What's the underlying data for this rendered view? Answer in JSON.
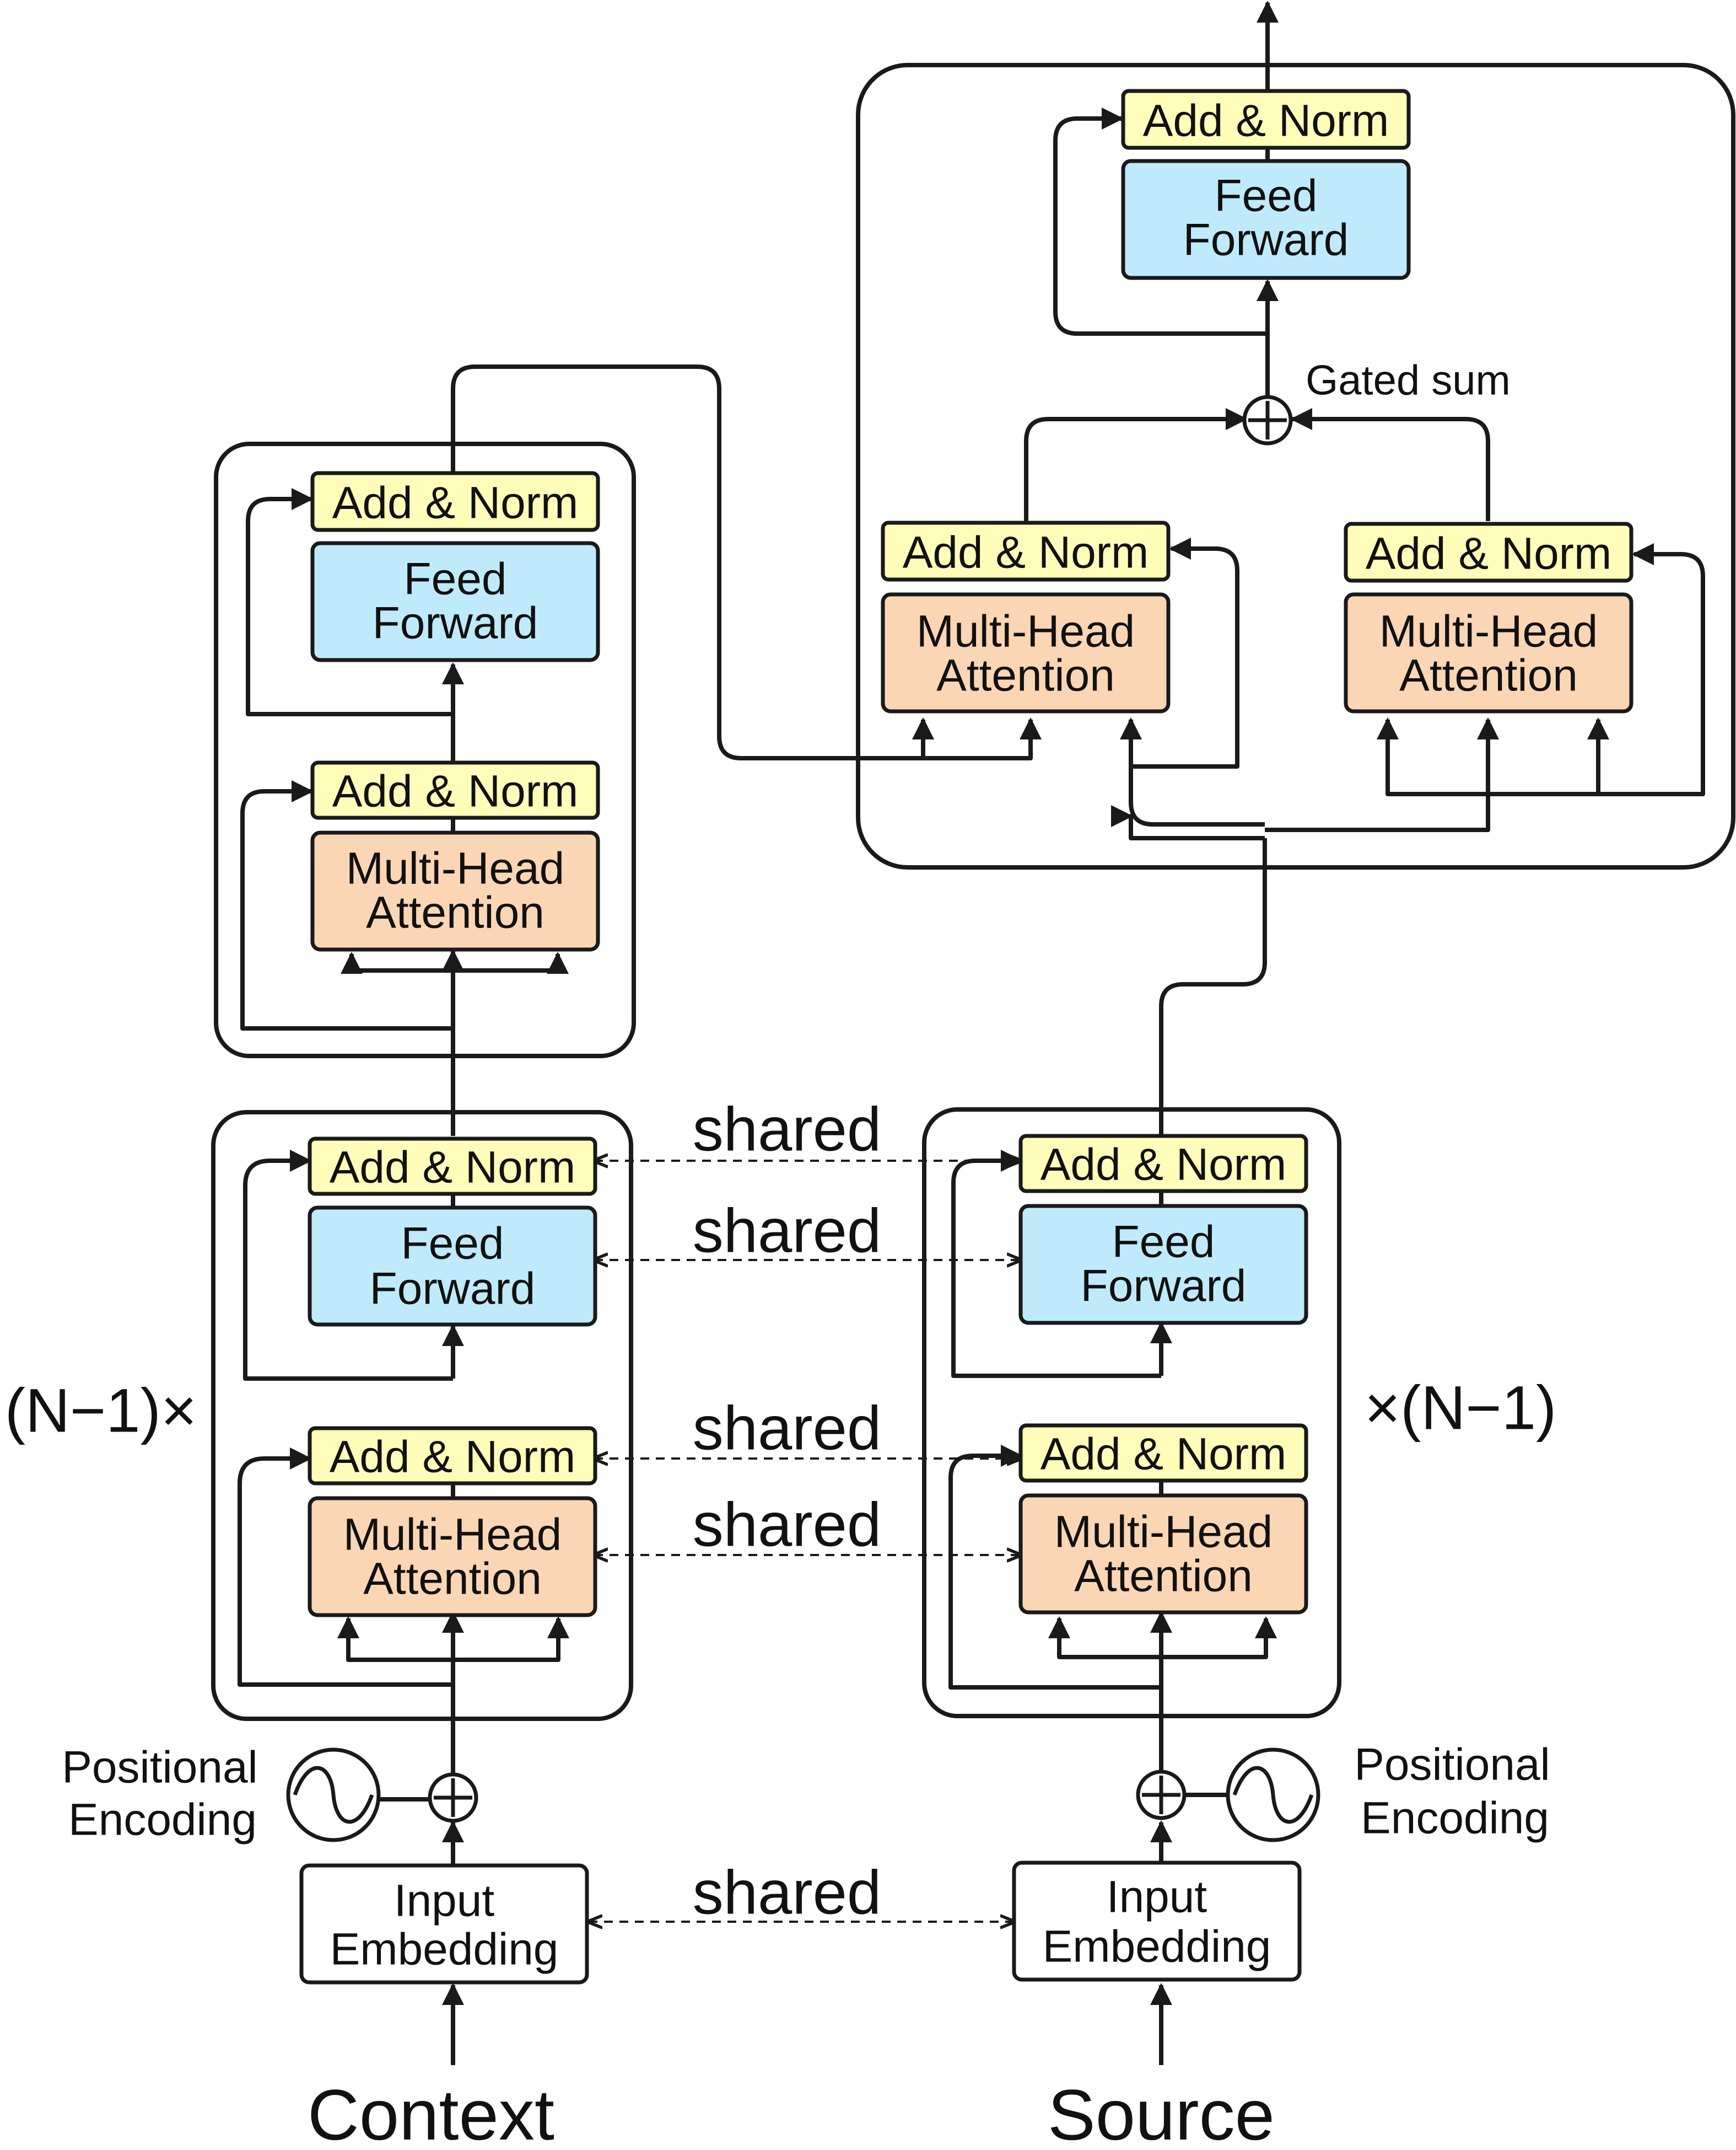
{
  "labels": {
    "add_norm": "Add & Norm",
    "feed_forward": [
      "Feed",
      "Forward"
    ],
    "multi_head_attention": [
      "Multi-Head",
      "Attention"
    ],
    "input_embedding": [
      "Input",
      "Embedding"
    ],
    "positional_encoding": [
      "Positional",
      "Encoding"
    ],
    "shared": "shared",
    "gated_sum": "Gated sum",
    "repeat_left": "(N−1)×",
    "repeat_right": "×(N−1)",
    "context": "Context",
    "source": "Source"
  },
  "colors": {
    "add_norm": "#fffdb9",
    "feed_forward": "#bfeafb",
    "multi_head_attention": "#fbd6b5",
    "line": "#1a1a1a"
  }
}
